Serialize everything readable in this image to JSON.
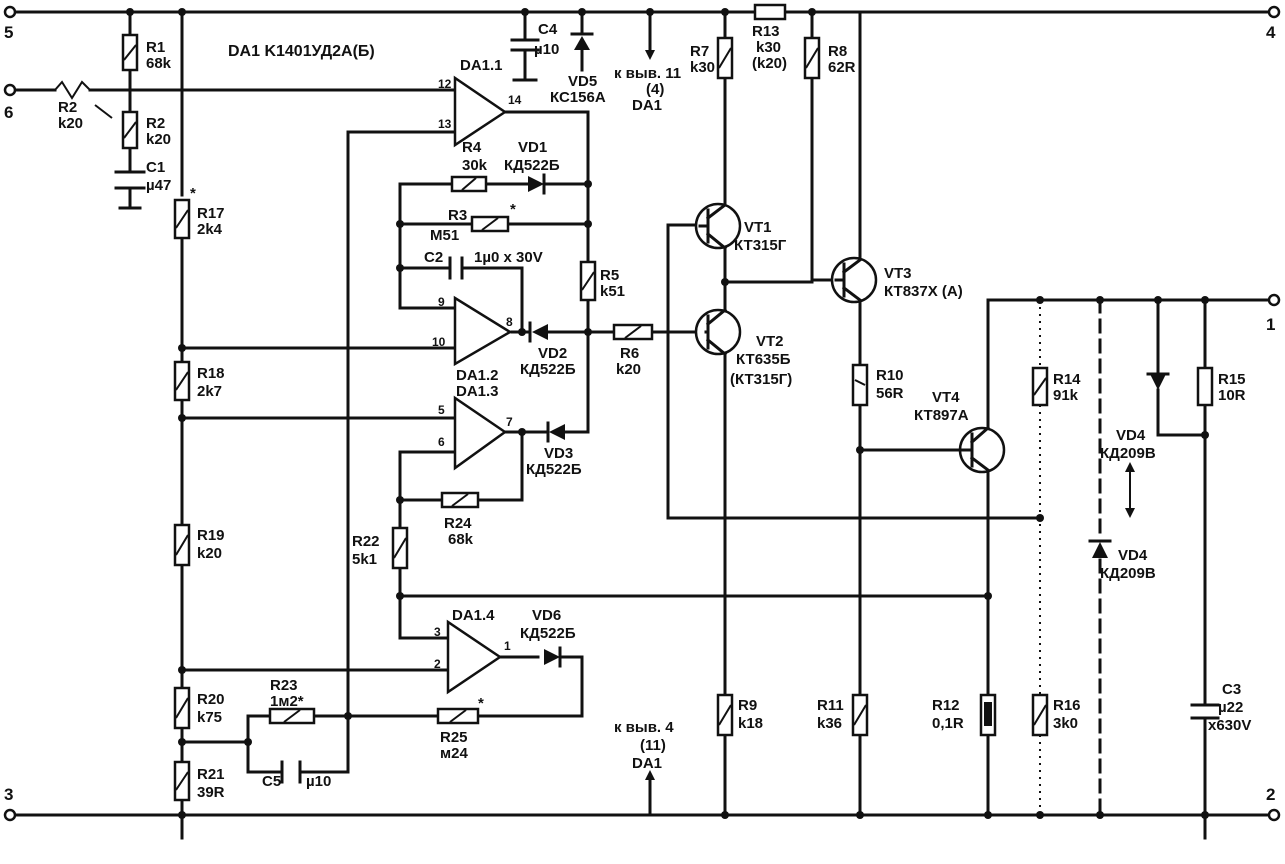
{
  "header": "DA1  K1401УД2А(Б)",
  "terminals": {
    "t5": "5",
    "t6": "6",
    "t4": "4",
    "t1": "1",
    "t3": "3",
    "t2": "2"
  },
  "resistors": {
    "R1": [
      "R1",
      "68k"
    ],
    "R2a": [
      "R2",
      "k20"
    ],
    "R2b": [
      "R2",
      "k20"
    ],
    "R17": [
      "R17",
      "2k4"
    ],
    "R18": [
      "R18",
      "2k7"
    ],
    "R19": [
      "R19",
      "k20"
    ],
    "R20": [
      "R20",
      "k75"
    ],
    "R21": [
      "R21",
      "39R"
    ],
    "R4": [
      "R4",
      "30k"
    ],
    "R3": [
      "R3",
      "M51"
    ],
    "R5": [
      "R5",
      "k51"
    ],
    "R6": [
      "R6",
      "k20"
    ],
    "R24": [
      "R24",
      "68k"
    ],
    "R22": [
      "R22",
      "5k1"
    ],
    "R23": [
      "R23",
      "1м2*"
    ],
    "R25": [
      "R25",
      "м24"
    ],
    "R7": [
      "R7",
      "k30"
    ],
    "R13": [
      "R13",
      "k30"
    ],
    "R13alt": "(k20)",
    "R8": [
      "R8",
      "62R"
    ],
    "R9": [
      "R9",
      "k18"
    ],
    "R10": [
      "R10",
      "56R"
    ],
    "R11": [
      "R11",
      "k36"
    ],
    "R12": [
      "R12",
      "0,1R"
    ],
    "R14": [
      "R14",
      "91k"
    ],
    "R16": [
      "R16",
      "3k0"
    ],
    "R15": [
      "R15",
      "10R"
    ]
  },
  "capacitors": {
    "C1": [
      "C1",
      "µ47"
    ],
    "C4": [
      "C4",
      "µ10"
    ],
    "C2": [
      "C2",
      "1µ0 x 30V"
    ],
    "C5": [
      "C5",
      "µ10"
    ],
    "C3": [
      "C3",
      "µ22",
      "x630V"
    ]
  },
  "diodes": {
    "VD1": [
      "VD1",
      "КД522Б"
    ],
    "VD2": [
      "VD2",
      "КД522Б"
    ],
    "VD3": [
      "VD3",
      "КД522Б"
    ],
    "VD5": [
      "VD5",
      "КС156А"
    ],
    "VD6": [
      "VD6",
      "КД522Б"
    ],
    "VD4a": [
      "VD4",
      "КД209В"
    ],
    "VD4b": [
      "VD4",
      "КД209В"
    ]
  },
  "transistors": {
    "VT1": [
      "VT1",
      "КТ315Г"
    ],
    "VT2": [
      "VT2",
      "КТ635Б",
      "(КТ315Г)"
    ],
    "VT3": [
      "VT3",
      "КТ837Х (А)"
    ],
    "VT4": [
      "VT4",
      "КТ897А"
    ]
  },
  "opamps": {
    "DA11": "DA1.1",
    "DA12": "DA1.2",
    "DA13": "DA1.3",
    "DA14": "DA1.4"
  },
  "pins": {
    "p12": "12",
    "p13": "13",
    "p14": "14",
    "p9": "9",
    "p10": "10",
    "p8": "8",
    "p5": "5",
    "p6": "6",
    "p7": "7",
    "p3": "3",
    "p2": "2",
    "p1": "1"
  },
  "notes": {
    "top": [
      "к выв. 11",
      "(4)",
      "DA1"
    ],
    "bottom": [
      "к выв. 4",
      "(11)",
      "DA1"
    ],
    "star": "*"
  }
}
